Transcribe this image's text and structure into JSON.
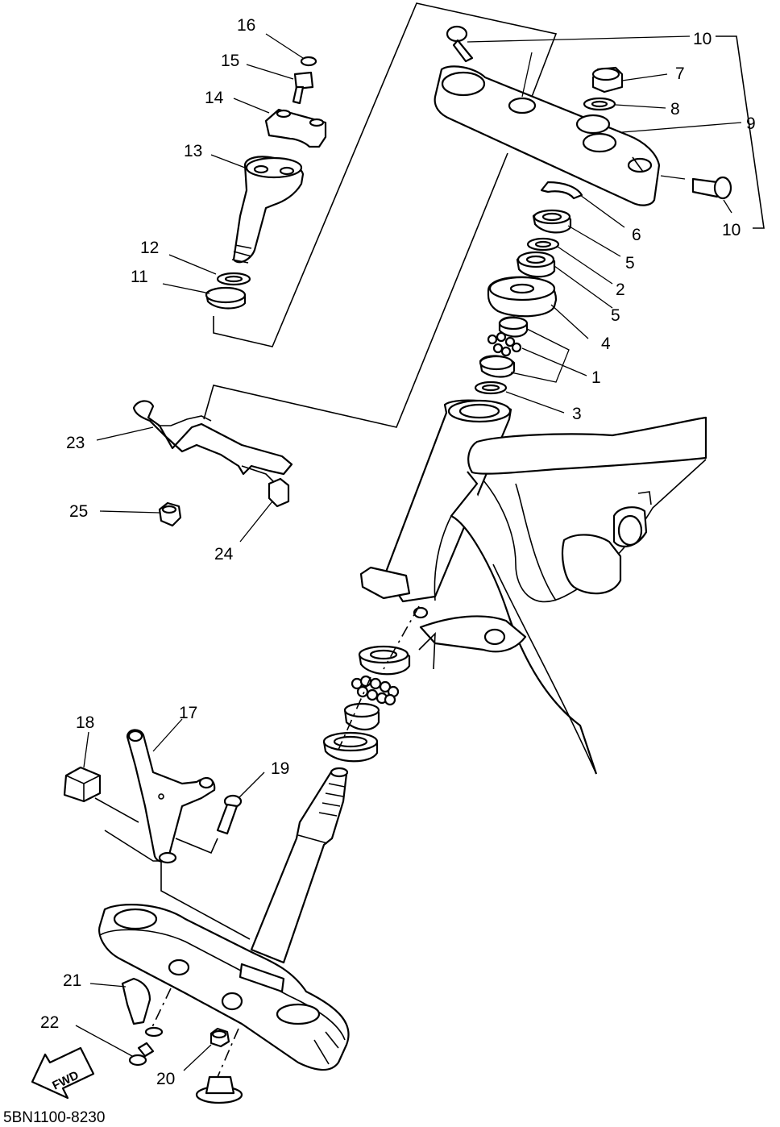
{
  "diagram_code": "5BN1100-8230",
  "fwd_label": "FWD",
  "callouts": {
    "c1": "1",
    "c2": "2",
    "c3": "3",
    "c4": "4",
    "c5a": "5",
    "c5b": "5",
    "c6": "6",
    "c7": "7",
    "c8": "8",
    "c9": "9",
    "c10a": "10",
    "c10b": "10",
    "c11": "11",
    "c12": "12",
    "c13": "13",
    "c14": "14",
    "c15": "15",
    "c16": "16",
    "c17": "17",
    "c18": "18",
    "c19": "19",
    "c20": "20",
    "c21": "21",
    "c22": "22",
    "c23": "23",
    "c24": "24",
    "c25": "25"
  }
}
